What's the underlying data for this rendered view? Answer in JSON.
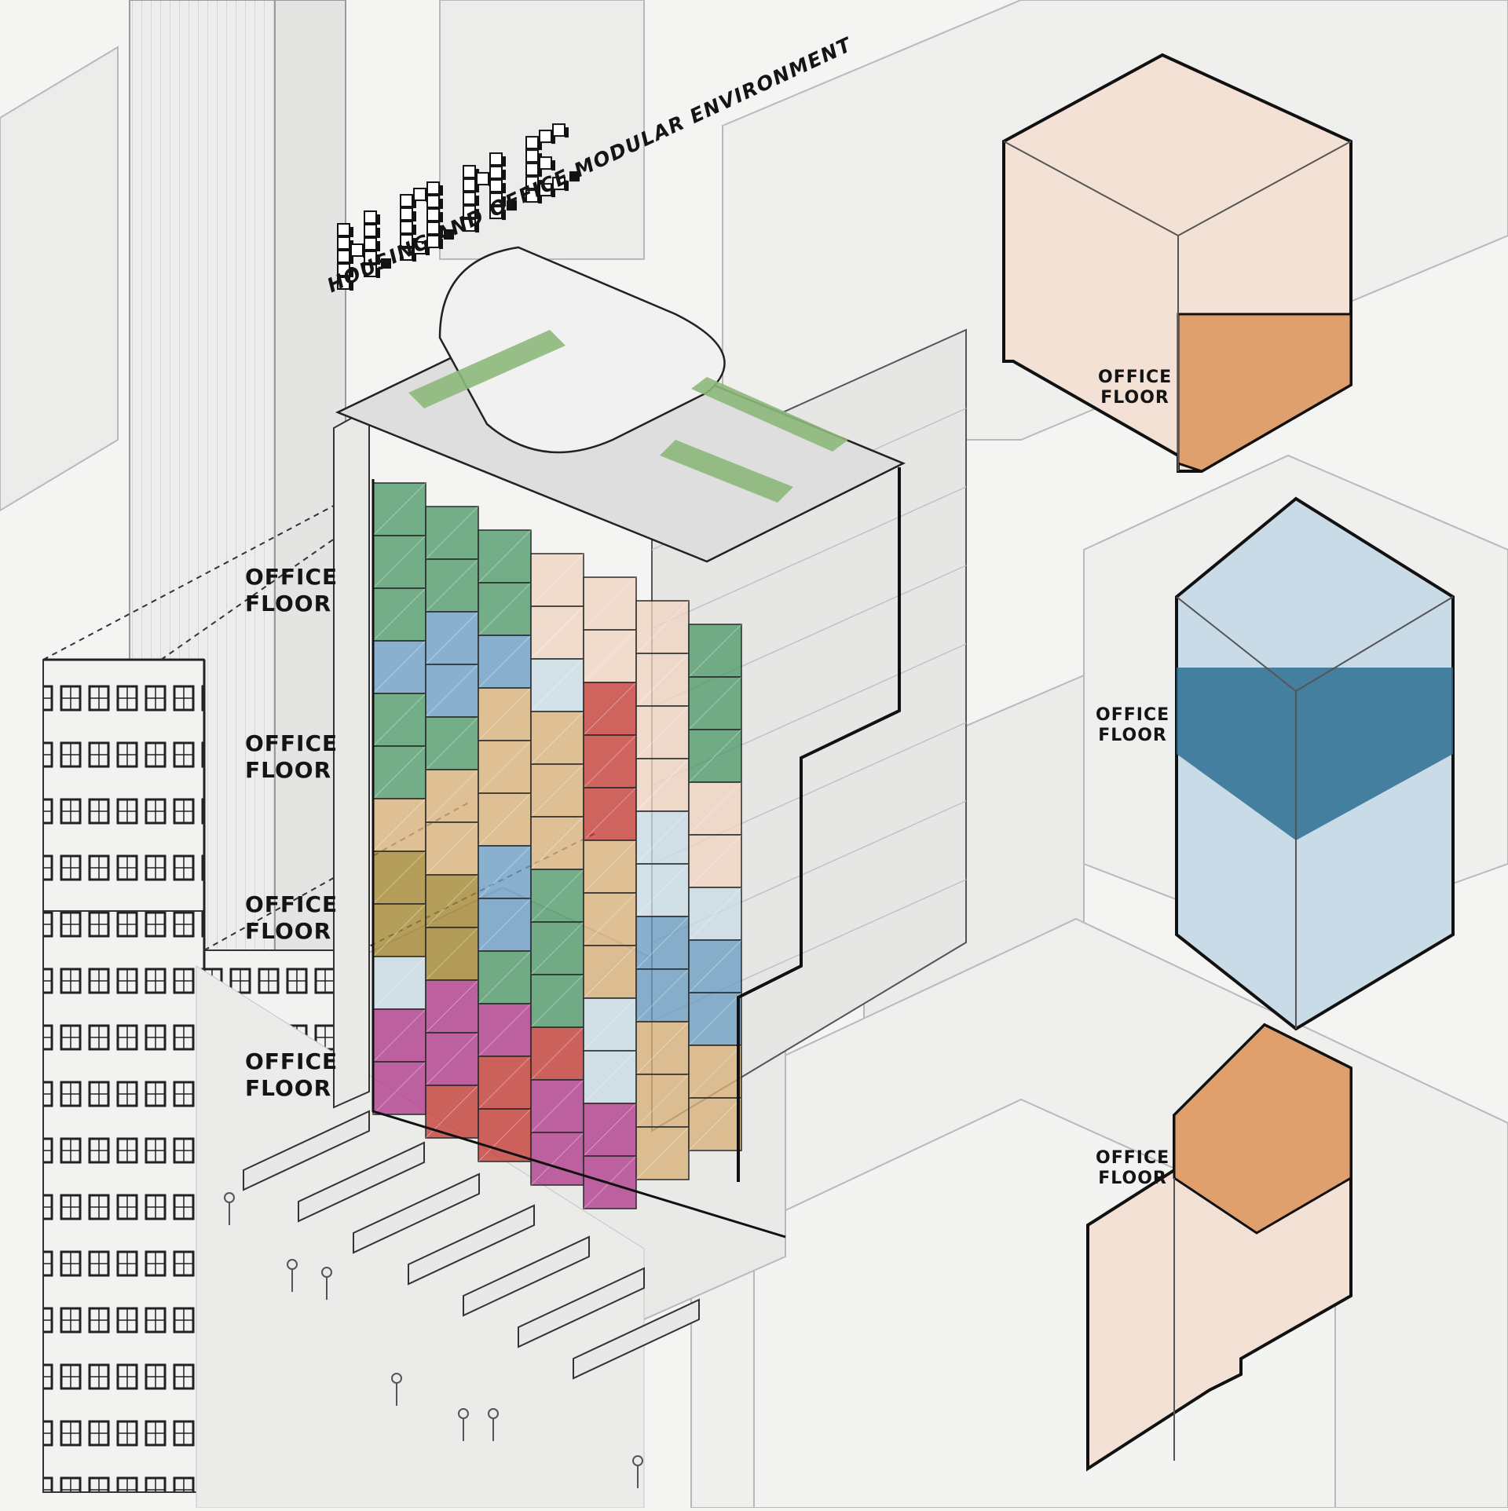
{
  "title": {
    "logo_text": "H.O.M.E.",
    "subtitle": "HOUSING AND OFFICE MODULAR ENVIRONMENT"
  },
  "tower_labels": [
    {
      "line1": "OFFICE",
      "line2": "FLOOR"
    },
    {
      "line1": "OFFICE",
      "line2": "FLOOR"
    },
    {
      "line1": "OFFICE",
      "line2": "FLOOR"
    },
    {
      "line1": "OFFICE",
      "line2": "FLOOR"
    }
  ],
  "inset_labels": [
    {
      "line1": "OFFICE",
      "line2": "FLOOR"
    },
    {
      "line1": "OFFICE",
      "line2": "FLOOR"
    },
    {
      "line1": "OFFICE",
      "line2": "FLOOR"
    }
  ],
  "colors": {
    "background": "#f4f4f3",
    "line": "#1a1a1a",
    "green": "#4f9a6a",
    "blue": "#6a9ec4",
    "deep_blue": "#2e6f93",
    "peach": "#f0d4c2",
    "orange": "#d9935e",
    "tan": "#d8b17a",
    "olive": "#a3852e",
    "red": "#c43a32",
    "magenta": "#b03a8a",
    "pale_blue": "#c9dbe6"
  }
}
